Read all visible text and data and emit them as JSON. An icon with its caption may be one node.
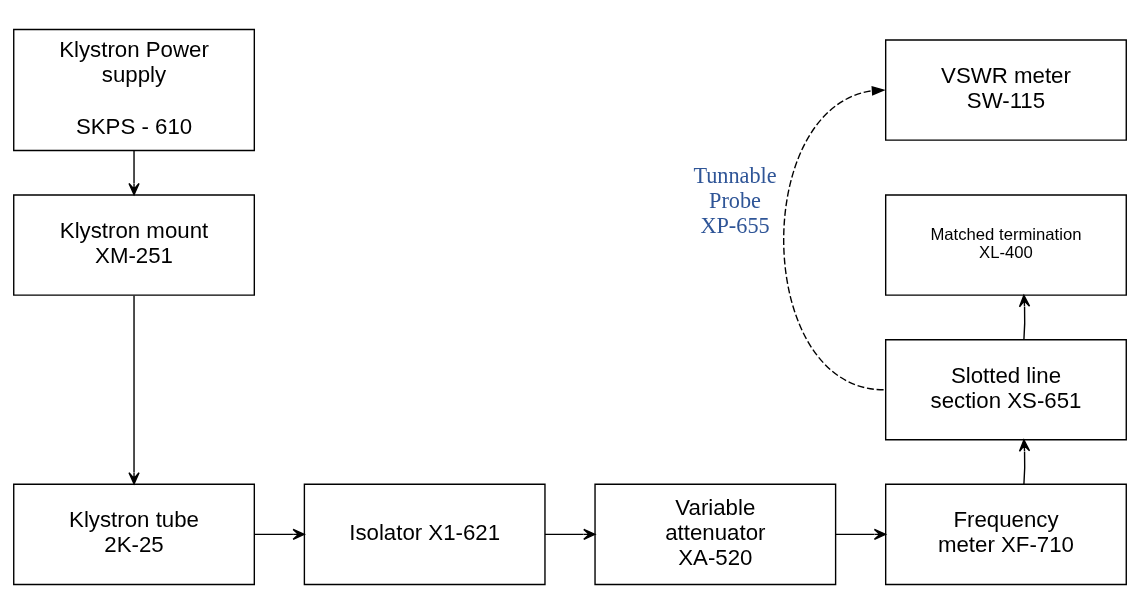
{
  "diagram": {
    "nodes": [
      {
        "text": [
          "Klystron Power supply",
          "SKPS - 610"
        ]
      },
      {
        "text": [
          "Klystron mount XM-251"
        ]
      },
      {
        "text": [
          "Klystron tube 2K-25"
        ]
      },
      {
        "text": [
          "Isolator X1-621"
        ]
      },
      {
        "text": [
          "Variable attenuator XA-520"
        ]
      },
      {
        "text": [
          "Frequency meter XF-710"
        ]
      },
      {
        "text": [
          "Slotted line section XS-651"
        ]
      },
      {
        "text": [
          "Matched termination XL-400"
        ]
      },
      {
        "text": [
          "VSWR meter SW-115"
        ]
      }
    ],
    "edges": [
      {
        "from": 0,
        "to": 1,
        "arrow": "to"
      },
      {
        "from": 1,
        "to": 2,
        "arrow": "to"
      },
      {
        "from": 2,
        "to": 3,
        "arrow": "to"
      },
      {
        "from": 3,
        "to": 4,
        "arrow": "to"
      },
      {
        "from": 4,
        "to": 5,
        "arrow": "to"
      },
      {
        "from": 5,
        "to": 6,
        "arrow": "to"
      },
      {
        "from": 6,
        "to": 7,
        "arrow": "to"
      },
      {
        "from": 6,
        "to": 8,
        "arrow": "to",
        "style": "dashed",
        "label": "Tunnable Probe XP-655"
      }
    ]
  }
}
